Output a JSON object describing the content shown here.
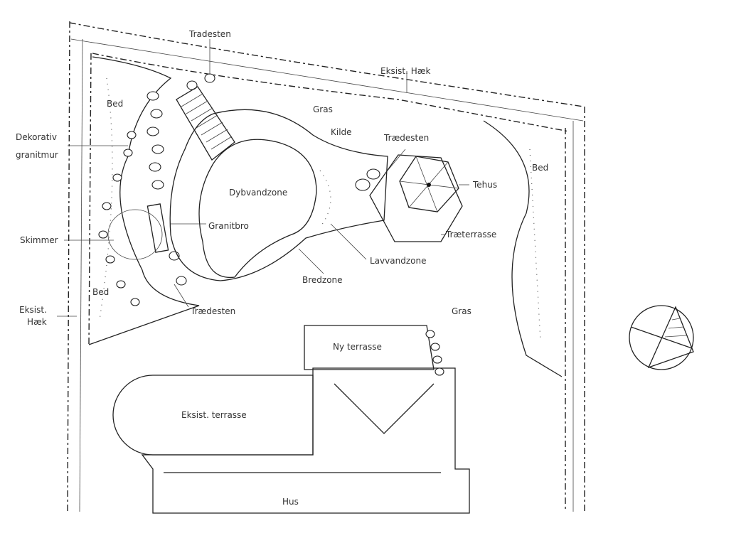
{
  "title": "Garden plan sketch",
  "labels": {
    "tradesten_top": "Tradesten",
    "hedge_top": "Eksist. Hæk",
    "gras_top": "Gras",
    "kilde": "Kilde",
    "traedesten_right": "Trædesten",
    "bed_top_left": "Bed",
    "dekorativ": "Dekorativ",
    "granitmur": "granitmur",
    "dybvandzone": "Dybvandzone",
    "tehus": "Tehus",
    "granitbro": "Granitbro",
    "skimmer": "Skimmer",
    "traeterrasse": "Træterrasse",
    "lavvandzone": "Lavvandzone",
    "bredzone": "Bredzone",
    "bed_bottom_left": "Bed",
    "hedge_left_1": "Eksist.",
    "hedge_left_2": "Hæk",
    "traedesten_bottom": "Trædesten",
    "gras_right": "Gras",
    "ny_terrasse": "Ny terrasse",
    "eksist_terrasse": "Eksist. terrasse",
    "hus": "Hus",
    "bed_right": "Bed"
  },
  "icons": {
    "north_arrow": "compass-north-icon"
  }
}
